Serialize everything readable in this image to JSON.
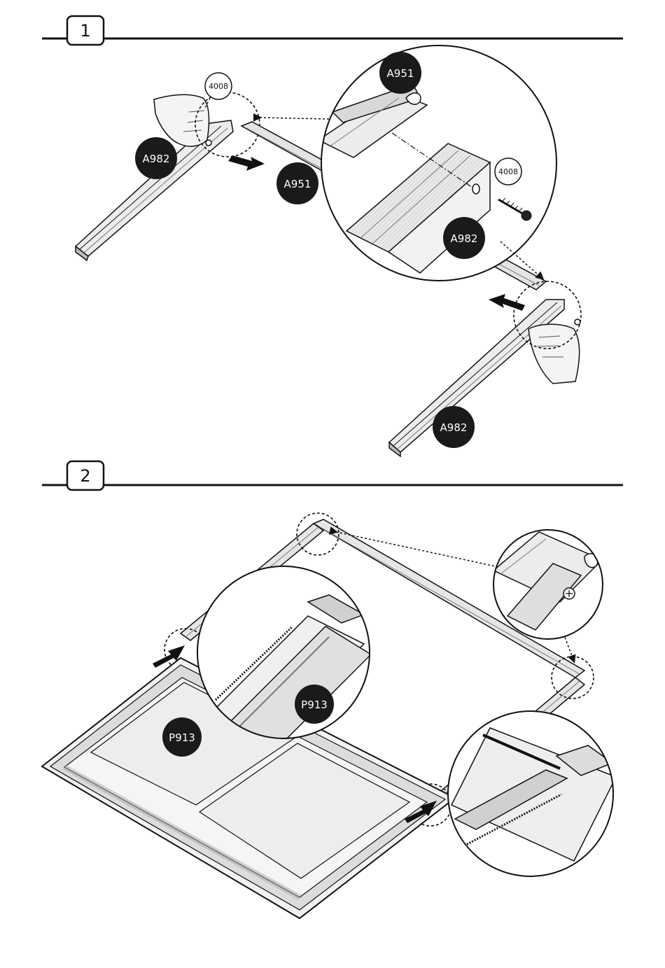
{
  "steps": [
    {
      "number": "1"
    },
    {
      "number": "2"
    }
  ],
  "labels": {
    "a982": "A982",
    "a951": "A951",
    "p913": "P913",
    "screw": "4008"
  },
  "colors": {
    "ink": "#111111",
    "badge": "#1a1a1a",
    "badge_text": "#ffffff",
    "panel_shade": "#cfcfcf",
    "frame_shade": "#e6e6e6"
  }
}
